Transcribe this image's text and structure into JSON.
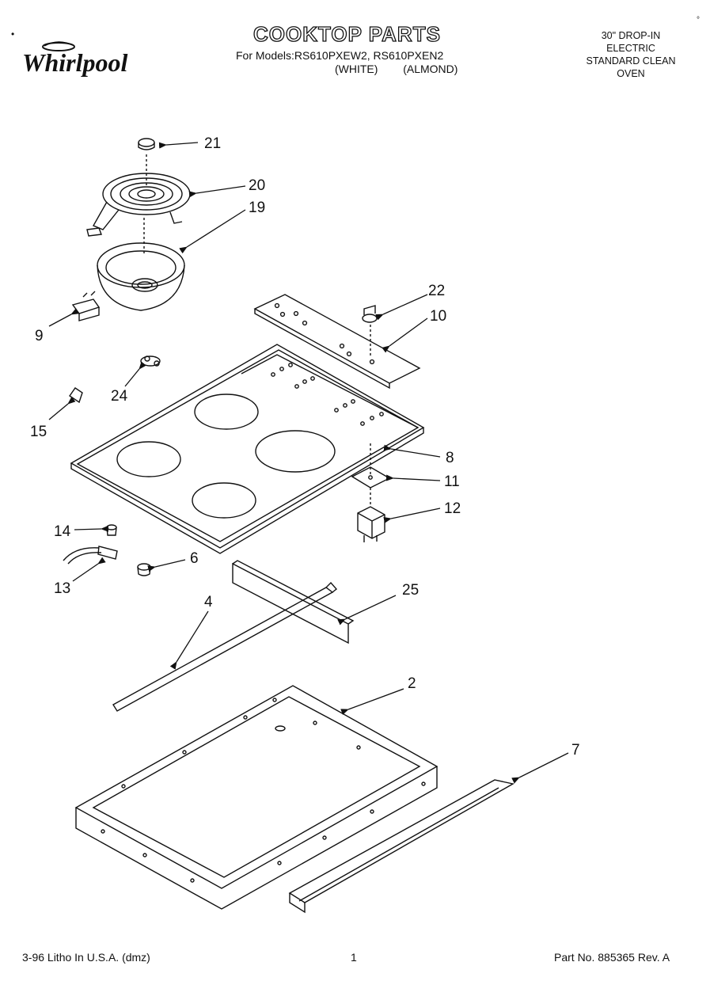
{
  "brand": {
    "logo_text": "Whirlpool"
  },
  "header": {
    "title": "COOKTOP PARTS",
    "models_line": "For Models:RS610PXEW2, RS610PXEN2",
    "variant_white": "(WHITE)",
    "variant_almond": "(ALMOND)"
  },
  "spec": {
    "line1": "30\" DROP-IN",
    "line2": "ELECTRIC",
    "line3": "STANDARD CLEAN",
    "line4": "OVEN"
  },
  "corner_mark": "°",
  "callouts": {
    "c21": "21",
    "c20": "20",
    "c19": "19",
    "c9": "9",
    "c22": "22",
    "c10": "10",
    "c24": "24",
    "c15": "15",
    "c8": "8",
    "c11": "11",
    "c12": "12",
    "c14": "14",
    "c6": "6",
    "c13": "13",
    "c25": "25",
    "c4": "4",
    "c2": "2",
    "c7": "7"
  },
  "footer": {
    "left": "3-96 Litho In U.S.A. (dmz)",
    "page": "1",
    "part_no": "Part No. 885365 Rev. A"
  }
}
